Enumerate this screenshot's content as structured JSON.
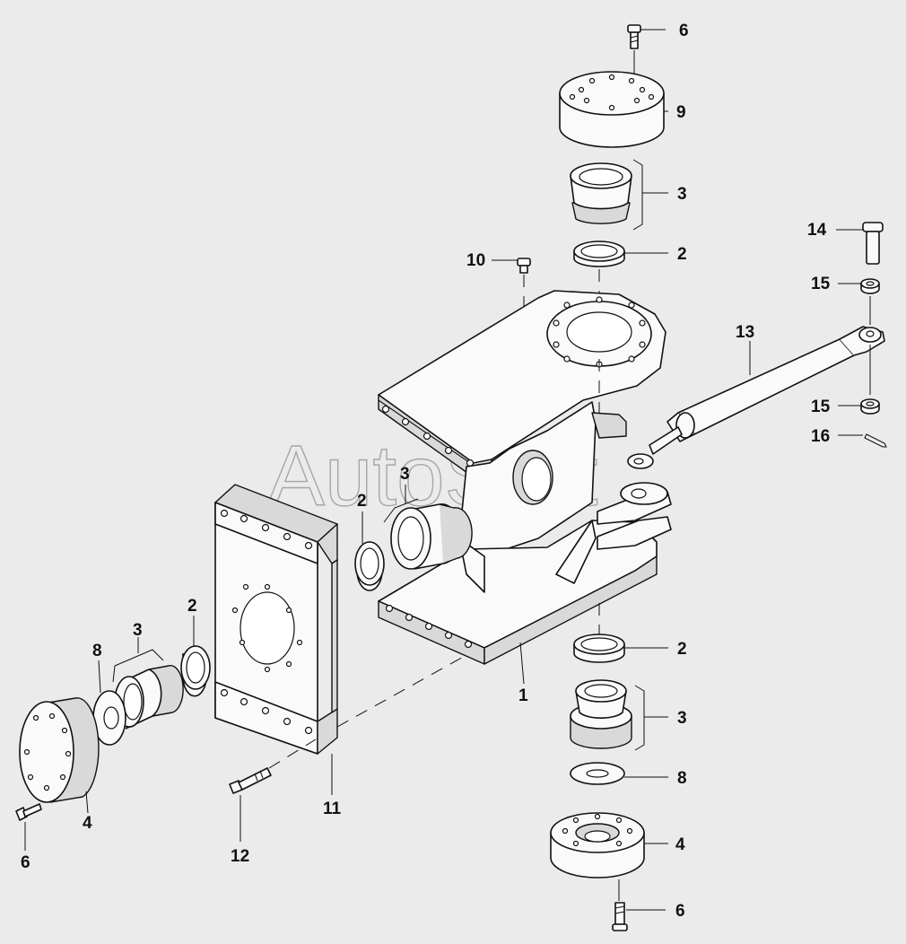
{
  "watermark": "AutoSoft",
  "callouts": {
    "c_6_top": "6",
    "c_9": "9",
    "c_3_top": "3",
    "c_2_top": "2",
    "c_10": "10",
    "c_14": "14",
    "c_15_top": "15",
    "c_13": "13",
    "c_15_bottom": "15",
    "c_16": "16",
    "c_3_mid": "3",
    "c_2_mid": "2",
    "c_2_left": "2",
    "c_3_left": "3",
    "c_8_left": "8",
    "c_2_right": "2",
    "c_1": "1",
    "c_3_right": "3",
    "c_8_right": "8",
    "c_4_right": "4",
    "c_6_right": "6",
    "c_4_left": "4",
    "c_6_left": "6",
    "c_11": "11",
    "c_12": "12"
  }
}
